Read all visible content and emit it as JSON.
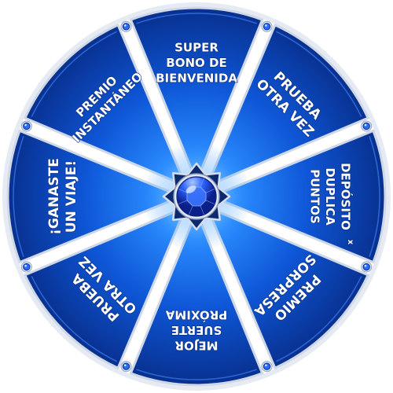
{
  "wheel": {
    "colors": {
      "segment_inner": "#2a8cff",
      "segment_mid": "#0e56d6",
      "segment_outer": "#08308f",
      "border": "#cfd8e6",
      "gem": "#1f5bff",
      "hub": "#0b2a6e"
    },
    "center": {
      "icon": "sapphire-gem-icon"
    },
    "segments": [
      {
        "name": "segment-super-bono",
        "lines": [
          "SUPER",
          "BONO DE",
          "BIENVENIDA"
        ],
        "font": 15
      },
      {
        "name": "segment-prueba-otra-vez-1",
        "lines": [
          "PRUEBA",
          "OTRA VEZ"
        ],
        "font": 17
      },
      {
        "name": "segment-deposito-duplica",
        "lines": [
          "DEPÓSITO",
          "DUPLICA",
          "PUNTOS"
        ],
        "font": 15,
        "badge": "x"
      },
      {
        "name": "segment-premio-sorpresa",
        "lines": [
          "PREMIO",
          "SORPRESA"
        ],
        "font": 17
      },
      {
        "name": "segment-mejor-suerte",
        "lines": [
          "MEJOR",
          "SUERTE",
          "PRÓXIMA"
        ],
        "font": 15
      },
      {
        "name": "segment-prueba-otra-vez-2",
        "lines": [
          "PRUEBA",
          "OTRA VEZ"
        ],
        "font": 17
      },
      {
        "name": "segment-ganaste-viaje",
        "lines": [
          "¡GANASTE",
          "UN VIAJE!"
        ],
        "font": 17
      },
      {
        "name": "segment-premio-instantaneo",
        "lines": [
          "PREMIO",
          "INSTANTÁNEO"
        ],
        "font": 15
      }
    ]
  }
}
